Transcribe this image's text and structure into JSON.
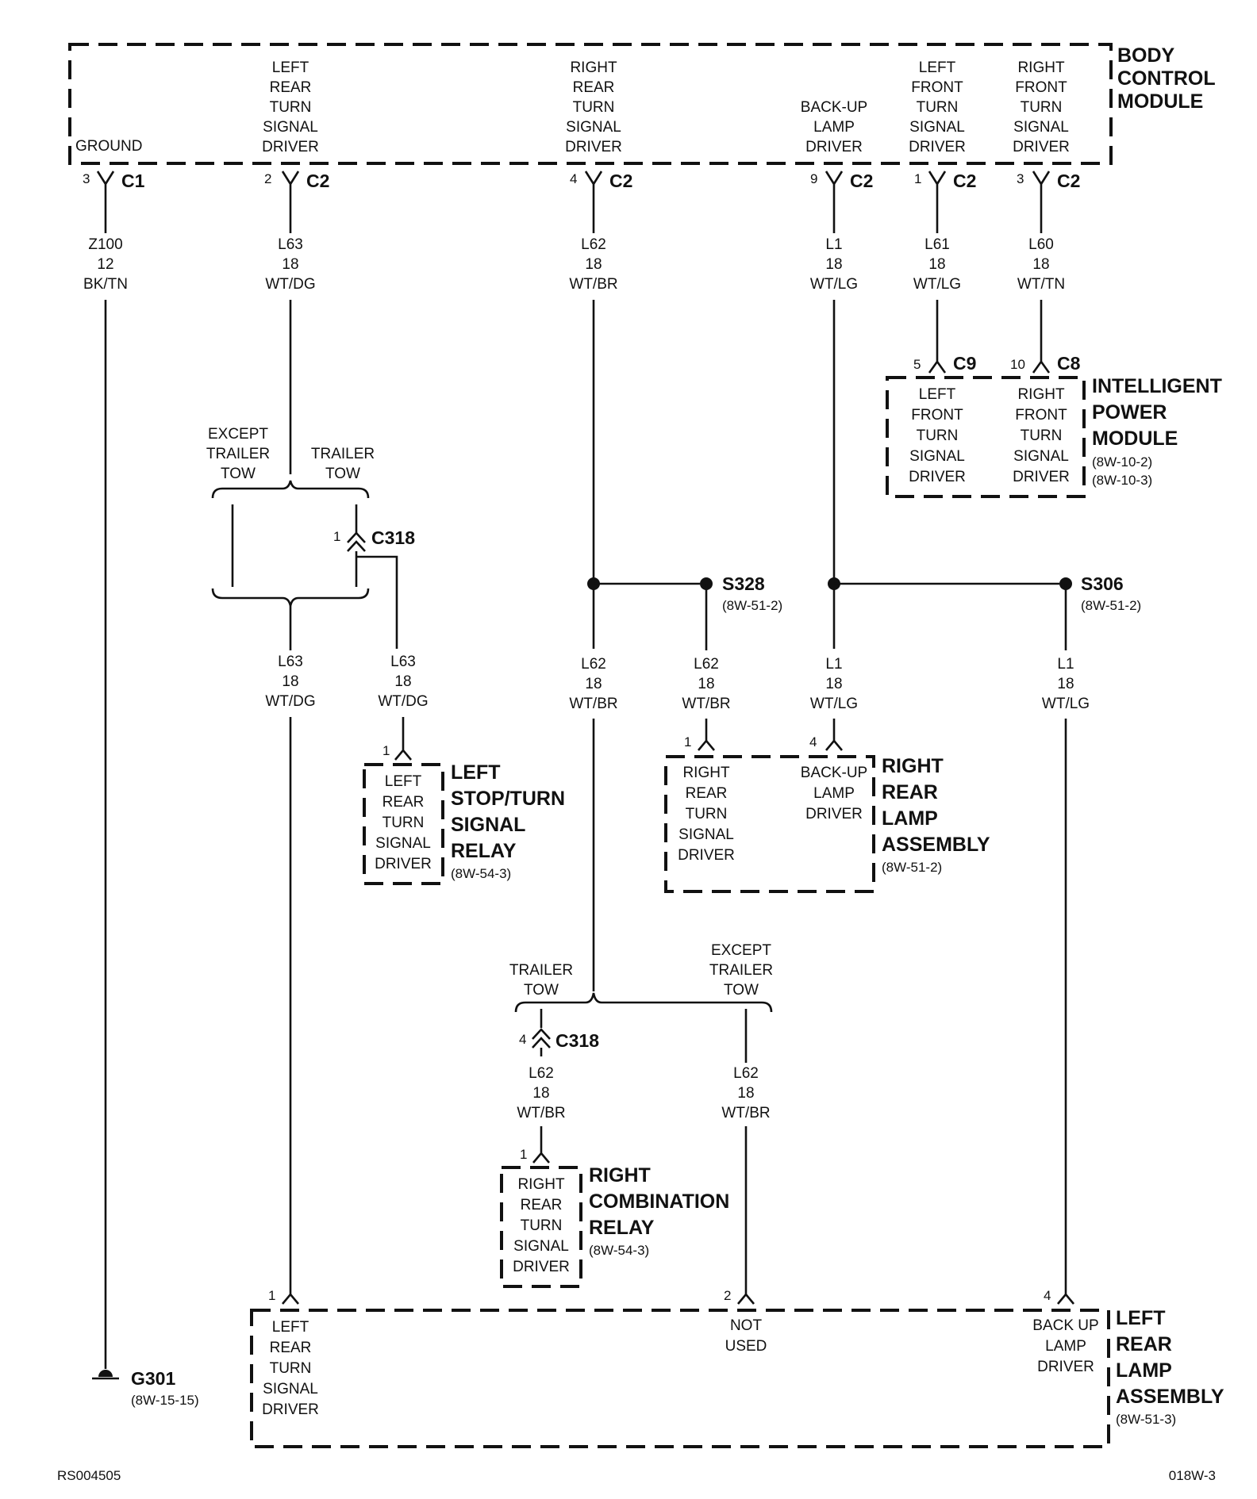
{
  "bcm": {
    "title": [
      "BODY",
      "CONTROL",
      "MODULE"
    ],
    "ground": "GROUND",
    "lr_turn": [
      "LEFT",
      "REAR",
      "TURN",
      "SIGNAL",
      "DRIVER"
    ],
    "rr_turn": [
      "RIGHT",
      "REAR",
      "TURN",
      "SIGNAL",
      "DRIVER"
    ],
    "backup": [
      "BACK-UP",
      "LAMP",
      "DRIVER"
    ],
    "lf_turn": [
      "LEFT",
      "FRONT",
      "TURN",
      "SIGNAL",
      "DRIVER"
    ],
    "rf_turn": [
      "RIGHT",
      "FRONT",
      "TURN",
      "SIGNAL",
      "DRIVER"
    ]
  },
  "bcm_pins": [
    {
      "pin": "3",
      "conn": "C1"
    },
    {
      "pin": "2",
      "conn": "C2"
    },
    {
      "pin": "4",
      "conn": "C2"
    },
    {
      "pin": "9",
      "conn": "C2"
    },
    {
      "pin": "1",
      "conn": "C2"
    },
    {
      "pin": "3",
      "conn": "C2"
    }
  ],
  "wires": {
    "z100": [
      "Z100",
      "12",
      "BK/TN"
    ],
    "l63_top": [
      "L63",
      "18",
      "WT/DG"
    ],
    "l62_top": [
      "L62",
      "18",
      "WT/BR"
    ],
    "l1_top": [
      "L1",
      "18",
      "WT/LG"
    ],
    "l61": [
      "L61",
      "18",
      "WT/LG"
    ],
    "l60": [
      "L60",
      "18",
      "WT/TN"
    ],
    "l63_a": [
      "L63",
      "18",
      "WT/DG"
    ],
    "l63_b": [
      "L63",
      "18",
      "WT/DG"
    ],
    "l62_mid": [
      "L62",
      "18",
      "WT/BR"
    ],
    "l62_s328": [
      "L62",
      "18",
      "WT/BR"
    ],
    "l1_mid": [
      "L1",
      "18",
      "WT/LG"
    ],
    "l1_s306": [
      "L1",
      "18",
      "WT/LG"
    ],
    "l62_tow": [
      "L62",
      "18",
      "WT/BR"
    ],
    "l62_except": [
      "L62",
      "18",
      "WT/BR"
    ]
  },
  "ipm": {
    "title": [
      "INTELLIGENT",
      "POWER",
      "MODULE"
    ],
    "refs": [
      "(8W-10-2)",
      "(8W-10-3)"
    ],
    "left": [
      "LEFT",
      "FRONT",
      "TURN",
      "SIGNAL",
      "DRIVER"
    ],
    "right": [
      "RIGHT",
      "FRONT",
      "TURN",
      "SIGNAL",
      "DRIVER"
    ],
    "pin_c9": {
      "pin": "5",
      "conn": "C9"
    },
    "pin_c8": {
      "pin": "10",
      "conn": "C8"
    }
  },
  "branch1": {
    "except": [
      "EXCEPT",
      "TRAILER",
      "TOW"
    ],
    "trailer": [
      "TRAILER",
      "TOW"
    ],
    "c318_pin": "1",
    "c318": "C318"
  },
  "branch2": {
    "trailer": [
      "TRAILER",
      "TOW"
    ],
    "except": [
      "EXCEPT",
      "TRAILER",
      "TOW"
    ],
    "c318_pin": "4",
    "c318": "C318"
  },
  "splices": {
    "s328": "S328",
    "s328_ref": "(8W-51-2)",
    "s306": "S306",
    "s306_ref": "(8W-51-2)"
  },
  "lstr": {
    "pin": "1",
    "inner": [
      "LEFT",
      "REAR",
      "TURN",
      "SIGNAL",
      "DRIVER"
    ],
    "title": [
      "LEFT",
      "STOP/TURN",
      "SIGNAL",
      "RELAY"
    ],
    "ref": "(8W-54-3)"
  },
  "rrla": {
    "pin1": "1",
    "pin4": "4",
    "left": [
      "RIGHT",
      "REAR",
      "TURN",
      "SIGNAL",
      "DRIVER"
    ],
    "right": [
      "BACK-UP",
      "LAMP",
      "DRIVER"
    ],
    "title": [
      "RIGHT",
      "REAR",
      "LAMP",
      "ASSEMBLY"
    ],
    "ref": "(8W-51-2)"
  },
  "rcr": {
    "pin": "1",
    "inner": [
      "RIGHT",
      "REAR",
      "TURN",
      "SIGNAL",
      "DRIVER"
    ],
    "title": [
      "RIGHT",
      "COMBINATION",
      "RELAY"
    ],
    "ref": "(8W-54-3)"
  },
  "lrla": {
    "pin1": "1",
    "pin2": "2",
    "pin4": "4",
    "left": [
      "LEFT",
      "REAR",
      "TURN",
      "SIGNAL",
      "DRIVER"
    ],
    "mid": [
      "NOT",
      "USED"
    ],
    "right": [
      "BACK UP",
      "LAMP",
      "DRIVER"
    ],
    "title": [
      "LEFT",
      "REAR",
      "LAMP",
      "ASSEMBLY"
    ],
    "ref": "(8W-51-3)"
  },
  "ground": {
    "label": "G301",
    "ref": "(8W-15-15)"
  },
  "footer": {
    "left": "RS004505",
    "right": "018W-3"
  }
}
